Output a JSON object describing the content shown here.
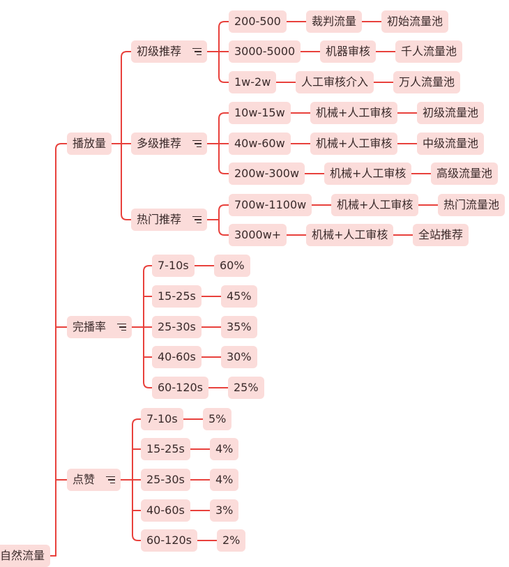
{
  "mindmap": {
    "root": {
      "label": "自然流量",
      "color": "#e8413c",
      "node_fill": "#fbdcda"
    },
    "sections": [
      {
        "label": "播放量",
        "has_notes": false,
        "children": [
          {
            "label": "初级推荐",
            "has_notes": true,
            "rows": [
              [
                "200-500",
                "裁判流量",
                "初始流量池"
              ],
              [
                "3000-5000",
                "机器审核",
                "千人流量池"
              ],
              [
                "1w-2w",
                "人工审核介入",
                "万人流量池"
              ]
            ]
          },
          {
            "label": "多级推荐",
            "has_notes": true,
            "rows": [
              [
                "10w-15w",
                "机械+人工审核",
                "初级流量池"
              ],
              [
                "40w-60w",
                "机械+人工审核",
                "中级流量池"
              ],
              [
                "200w-300w",
                "机械+人工审核",
                "高级流量池"
              ]
            ]
          },
          {
            "label": "热门推荐",
            "has_notes": true,
            "rows": [
              [
                "700w-1100w",
                "机械+人工审核",
                "热门流量池"
              ],
              [
                "3000w+",
                "机械+人工审核",
                "全站推荐"
              ]
            ]
          }
        ]
      },
      {
        "label": "完播率",
        "has_notes": true,
        "rows": [
          [
            "7-10s",
            "60%"
          ],
          [
            "15-25s",
            "45%"
          ],
          [
            "25-30s",
            "35%"
          ],
          [
            "40-60s",
            "30%"
          ],
          [
            "60-120s",
            "25%"
          ]
        ]
      },
      {
        "label": "点赞",
        "has_notes": true,
        "rows": [
          [
            "7-10s",
            "5%"
          ],
          [
            "15-25s",
            "4%"
          ],
          [
            "25-30s",
            "4%"
          ],
          [
            "40-60s",
            "3%"
          ],
          [
            "60-120s",
            "2%"
          ]
        ]
      }
    ]
  }
}
